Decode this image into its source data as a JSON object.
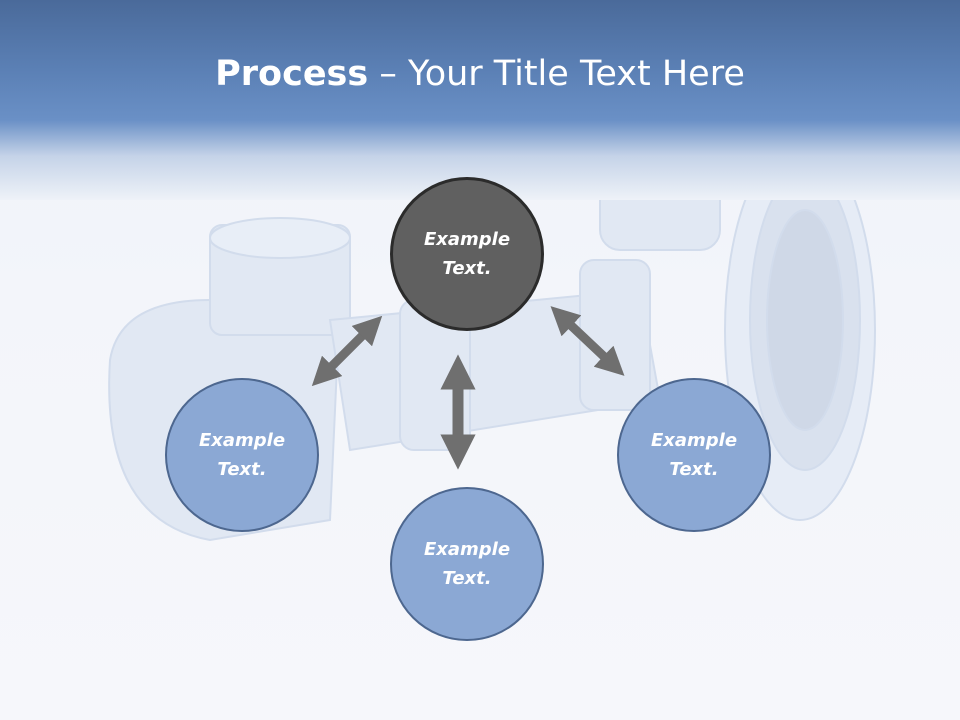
{
  "slide": {
    "title_bold": "Process",
    "title_rest": " – Your Title Text Here"
  },
  "nodes": {
    "top": {
      "line1": "Example",
      "line2": "Text."
    },
    "left": {
      "line1": "Example",
      "line2": "Text."
    },
    "right": {
      "line1": "Example",
      "line2": "Text."
    },
    "bottom": {
      "line1": "Example",
      "line2": "Text."
    }
  },
  "colors": {
    "header": "#5b80b5",
    "center_node": "#606060",
    "outer_node": "#8ba8d4",
    "arrow": "#6f6f6f"
  }
}
